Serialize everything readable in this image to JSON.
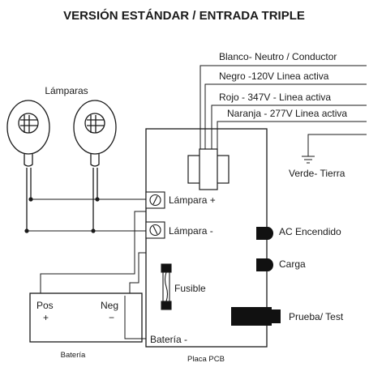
{
  "title": "VERSIÓN ESTÁNDAR / ENTRADA TRIPLE",
  "lamps_label": "Lámparas",
  "wires": [
    {
      "label": "Blanco- Neutro / Conductor",
      "color": "Blanco"
    },
    {
      "label": "Negro -120V Linea activa",
      "color": "Negro"
    },
    {
      "label": "Rojo - 347V - Linea activa",
      "color": "Rojo"
    },
    {
      "label": "Naranja - 277V Linea activa",
      "color": "Naranja"
    }
  ],
  "ground_label": "Verde- Tierra",
  "pcb": {
    "label": "Placa PCB",
    "lamp_plus": "Lámpara +",
    "lamp_minus": "Lámpara -",
    "fuse": "Fusible",
    "battery_minus": "Batería -"
  },
  "indicators": {
    "ac_on": "AC Encendido",
    "charge": "Carga",
    "test": "Prueba/ Test"
  },
  "battery": {
    "label": "Batería",
    "pos": "Pos",
    "pos_sign": "+",
    "neg": "Neg",
    "neg_sign": "−"
  }
}
